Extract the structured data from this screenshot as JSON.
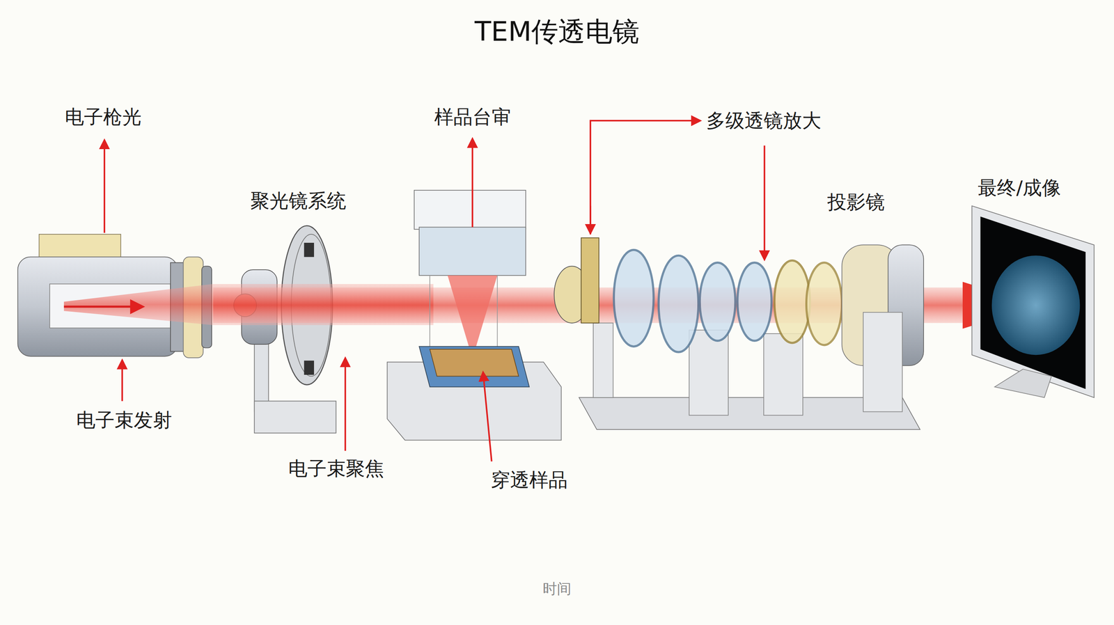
{
  "diagram": {
    "title": "TEM传透电镜",
    "caption": "时间",
    "labels": [
      "电子枪光",
      "电子束发射",
      "聚光镜系统",
      "电子束聚焦",
      "样品台审",
      "穿透样品",
      "多级透镜放大",
      "投影镜",
      "最终/成像"
    ]
  }
}
